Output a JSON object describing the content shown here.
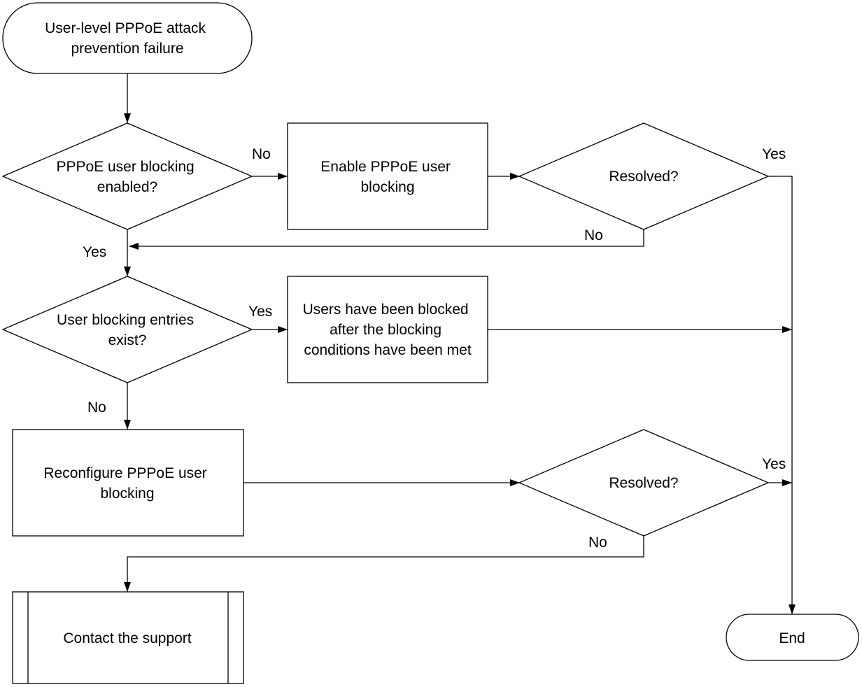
{
  "nodes": {
    "start": {
      "shape": "terminator",
      "lines": [
        "User-level PPPoE attack",
        "prevention failure"
      ]
    },
    "decision_enabled": {
      "shape": "decision",
      "lines": [
        "PPPoE user blocking",
        "enabled?"
      ]
    },
    "process_enable": {
      "shape": "process",
      "lines": [
        "Enable PPPoE user",
        "blocking"
      ]
    },
    "decision_resolved_1": {
      "shape": "decision",
      "lines": [
        "Resolved?"
      ]
    },
    "decision_entries": {
      "shape": "decision",
      "lines": [
        "User blocking entries",
        "exist?"
      ]
    },
    "process_blocked": {
      "shape": "process",
      "lines": [
        "Users have been blocked",
        "after the blocking",
        "conditions have been met"
      ]
    },
    "process_reconfigure": {
      "shape": "process",
      "lines": [
        "Reconfigure PPPoE user",
        "blocking"
      ]
    },
    "decision_resolved_2": {
      "shape": "decision",
      "lines": [
        "Resolved?"
      ]
    },
    "predefined_support": {
      "shape": "predefined-process",
      "lines": [
        "Contact the support"
      ]
    },
    "end": {
      "shape": "terminator",
      "lines": [
        "End"
      ]
    }
  },
  "edges": [
    {
      "from": "start",
      "to": "decision_enabled",
      "label": ""
    },
    {
      "from": "decision_enabled",
      "to": "process_enable",
      "label": "No"
    },
    {
      "from": "process_enable",
      "to": "decision_resolved_1",
      "label": ""
    },
    {
      "from": "decision_resolved_1",
      "to": "end",
      "label": "Yes"
    },
    {
      "from": "decision_resolved_1",
      "to": "decision_entries",
      "label": "No"
    },
    {
      "from": "decision_enabled",
      "to": "decision_entries",
      "label": "Yes"
    },
    {
      "from": "decision_entries",
      "to": "process_blocked",
      "label": "Yes"
    },
    {
      "from": "process_blocked",
      "to": "end",
      "label": ""
    },
    {
      "from": "decision_entries",
      "to": "process_reconfigure",
      "label": "No"
    },
    {
      "from": "process_reconfigure",
      "to": "decision_resolved_2",
      "label": ""
    },
    {
      "from": "decision_resolved_2",
      "to": "end",
      "label": "Yes"
    },
    {
      "from": "decision_resolved_2",
      "to": "predefined_support",
      "label": "No"
    }
  ],
  "edge_labels": {
    "no": "No",
    "yes": "Yes"
  }
}
